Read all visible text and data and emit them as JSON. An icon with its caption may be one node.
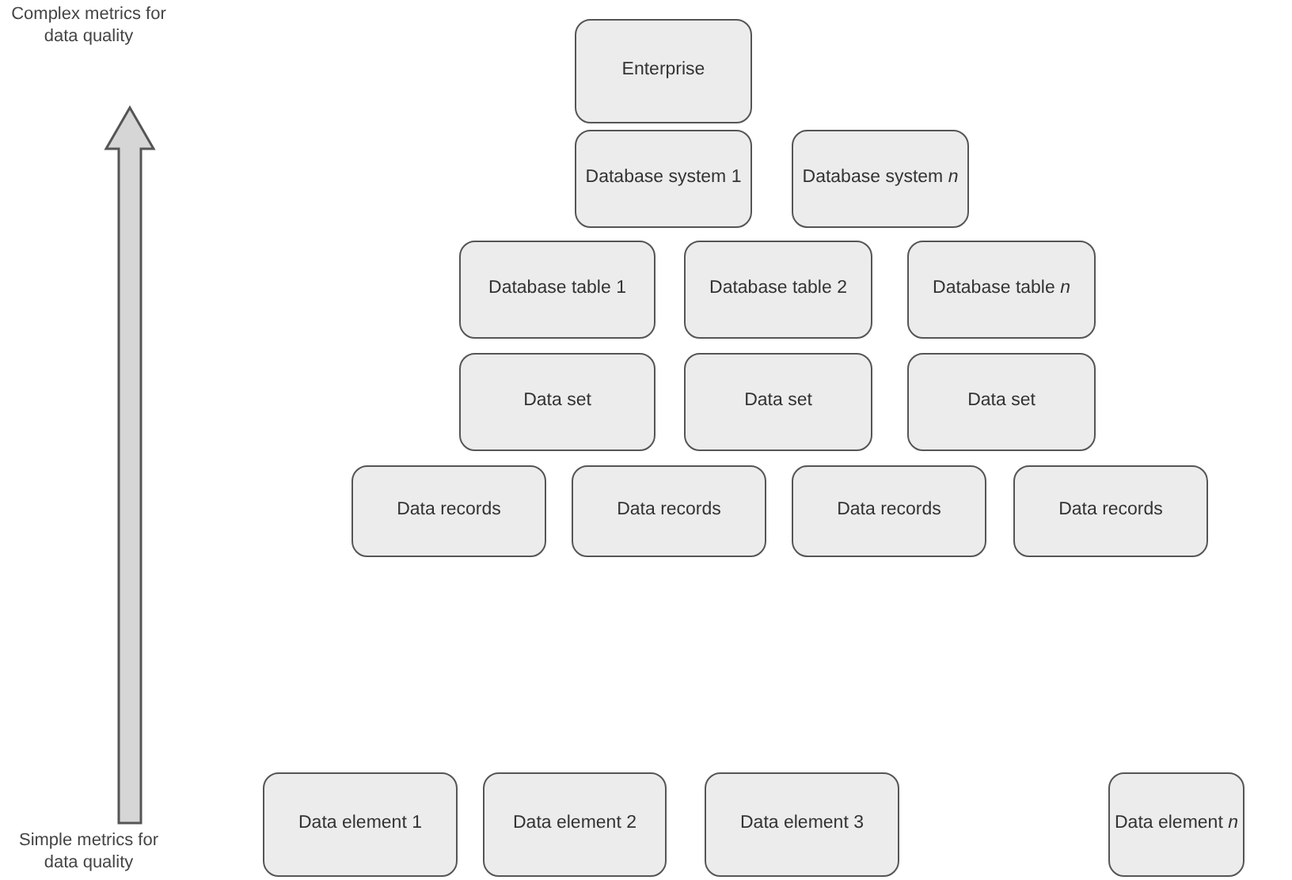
{
  "diagram": {
    "nodes": [
      {
        "text": [
          "Complex metrics for data quality"
        ]
      },
      {
        "text": [
          "Enterprise"
        ]
      },
      {
        "text": [
          "Database system 1"
        ]
      },
      {
        "text": [
          "Database system *n*"
        ]
      },
      {
        "text": [
          "Database table 1"
        ]
      },
      {
        "text": [
          "Database table 2"
        ]
      },
      {
        "text": [
          "Database table *n*"
        ]
      },
      {
        "text": [
          "Data set"
        ]
      },
      {
        "text": [
          "Data set"
        ]
      },
      {
        "text": [
          "Data set"
        ]
      },
      {
        "text": [
          "Data records"
        ]
      },
      {
        "text": [
          "Data records"
        ]
      },
      {
        "text": [
          "Data records"
        ]
      },
      {
        "text": [
          "Data records"
        ]
      },
      {
        "text": [
          "Simple metrics for data quality"
        ]
      },
      {
        "text": [
          "Data element 1"
        ]
      },
      {
        "text": [
          "Data element 2"
        ]
      },
      {
        "text": [
          "Data element 3"
        ]
      },
      {
        "text": [
          "Data element *n*"
        ]
      }
    ],
    "edges": [
      {
        "from": 14,
        "to": 0,
        "arrow": "to",
        "style": "thick",
        "color": "#d6d6d6"
      }
    ]
  }
}
